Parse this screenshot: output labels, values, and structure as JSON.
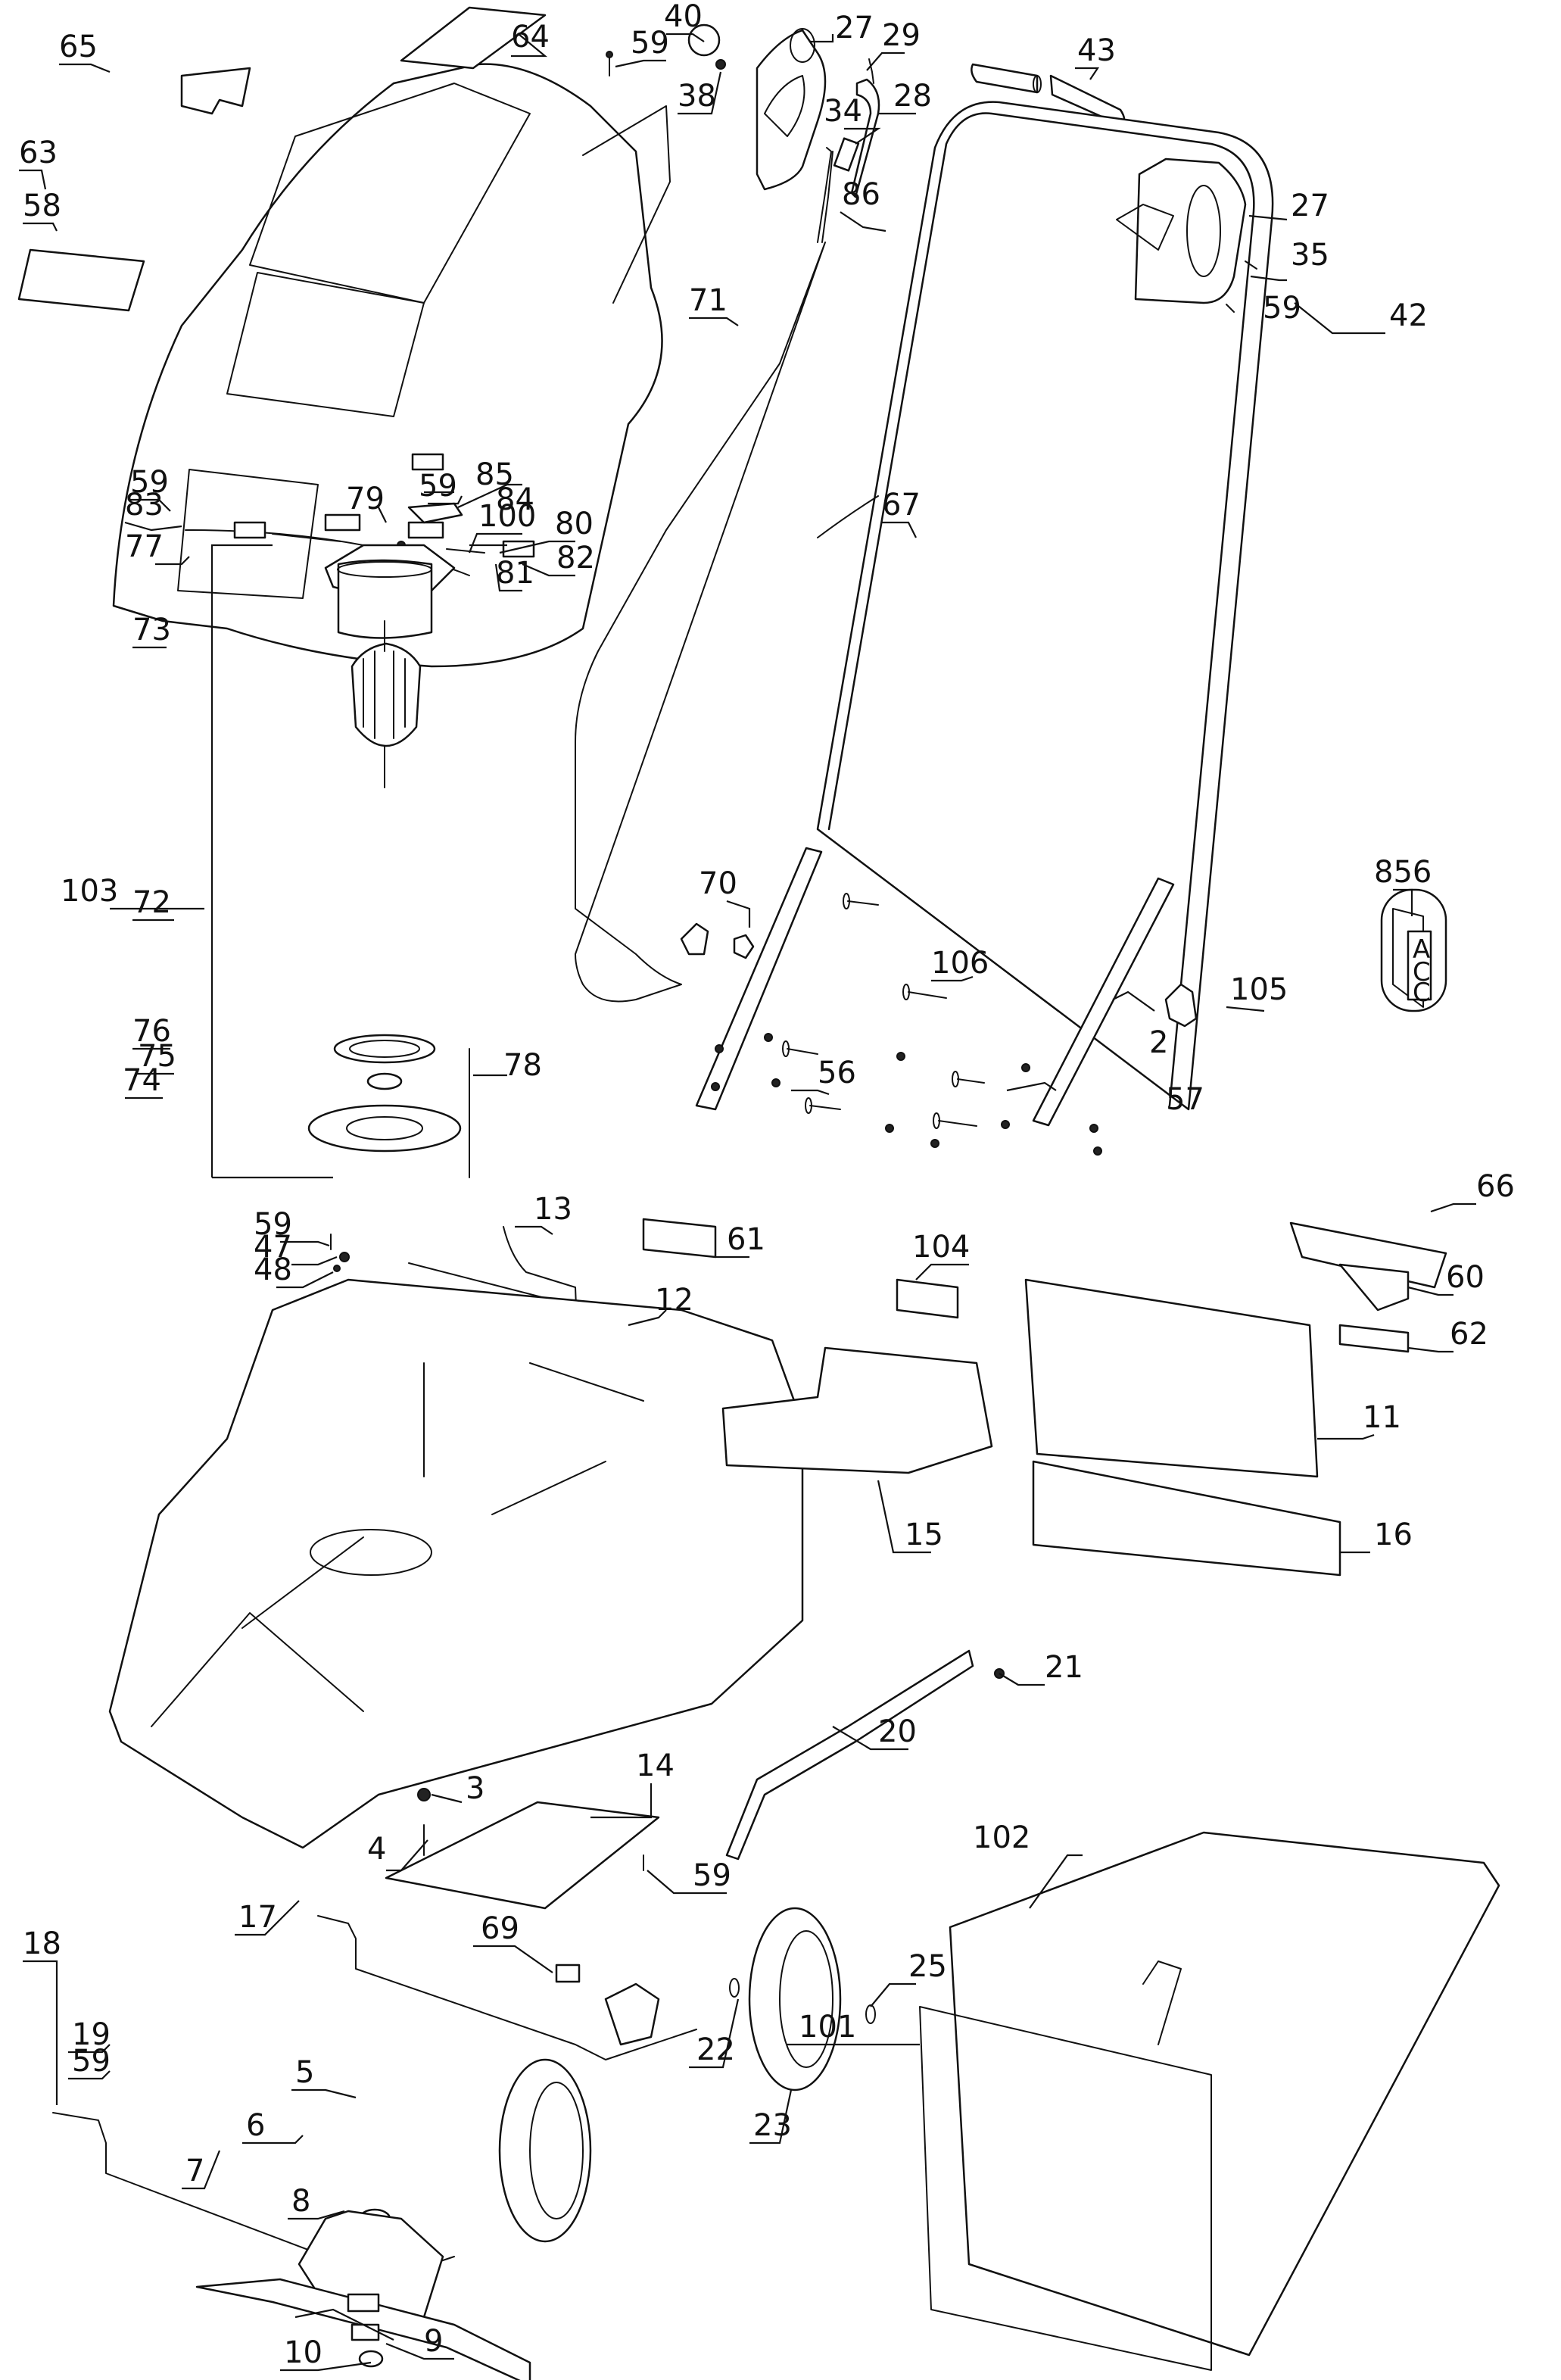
{
  "diagram": {
    "title": "Lawn mower exploded parts diagram",
    "inset_label_text": [
      "A",
      "C",
      "C"
    ],
    "callouts": [
      {
        "id": "c65",
        "label": "65"
      },
      {
        "id": "c64",
        "label": "64"
      },
      {
        "id": "c59a",
        "label": "59"
      },
      {
        "id": "c40",
        "label": "40"
      },
      {
        "id": "c27a",
        "label": "27"
      },
      {
        "id": "c29",
        "label": "29"
      },
      {
        "id": "c43",
        "label": "43"
      },
      {
        "id": "c38",
        "label": "38"
      },
      {
        "id": "c28",
        "label": "28"
      },
      {
        "id": "c34",
        "label": "34"
      },
      {
        "id": "c63",
        "label": "63"
      },
      {
        "id": "c27b",
        "label": "27"
      },
      {
        "id": "c86",
        "label": "86"
      },
      {
        "id": "c35",
        "label": "35"
      },
      {
        "id": "c58",
        "label": "58"
      },
      {
        "id": "c59b",
        "label": "59"
      },
      {
        "id": "c59c",
        "label": "59"
      },
      {
        "id": "c85",
        "label": "85"
      },
      {
        "id": "c59d",
        "label": "59"
      },
      {
        "id": "c79",
        "label": "79"
      },
      {
        "id": "c84",
        "label": "84"
      },
      {
        "id": "c67",
        "label": "67"
      },
      {
        "id": "c42",
        "label": "42"
      },
      {
        "id": "c83",
        "label": "83"
      },
      {
        "id": "c100",
        "label": "100"
      },
      {
        "id": "c71",
        "label": "71"
      },
      {
        "id": "c80",
        "label": "80"
      },
      {
        "id": "c77",
        "label": "77"
      },
      {
        "id": "c82",
        "label": "82"
      },
      {
        "id": "c81",
        "label": "81"
      },
      {
        "id": "c73",
        "label": "73"
      },
      {
        "id": "c70",
        "label": "70"
      },
      {
        "id": "c856",
        "label": "856"
      },
      {
        "id": "c103",
        "label": "103"
      },
      {
        "id": "c72",
        "label": "72"
      },
      {
        "id": "c106",
        "label": "106"
      },
      {
        "id": "c105",
        "label": "105"
      },
      {
        "id": "c2",
        "label": "2"
      },
      {
        "id": "c76",
        "label": "76"
      },
      {
        "id": "c56",
        "label": "56"
      },
      {
        "id": "c57",
        "label": "57"
      },
      {
        "id": "c75",
        "label": "75"
      },
      {
        "id": "c78",
        "label": "78"
      },
      {
        "id": "c74",
        "label": "74"
      },
      {
        "id": "c66",
        "label": "66"
      },
      {
        "id": "c13",
        "label": "13"
      },
      {
        "id": "c59e",
        "label": "59"
      },
      {
        "id": "c61",
        "label": "61"
      },
      {
        "id": "c104",
        "label": "104"
      },
      {
        "id": "c60",
        "label": "60"
      },
      {
        "id": "c47",
        "label": "47"
      },
      {
        "id": "c48",
        "label": "48"
      },
      {
        "id": "c12",
        "label": "12"
      },
      {
        "id": "c62",
        "label": "62"
      },
      {
        "id": "c11",
        "label": "11"
      },
      {
        "id": "c15",
        "label": "15"
      },
      {
        "id": "c16",
        "label": "16"
      },
      {
        "id": "c21",
        "label": "21"
      },
      {
        "id": "c20",
        "label": "20"
      },
      {
        "id": "c14",
        "label": "14"
      },
      {
        "id": "c3",
        "label": "3"
      },
      {
        "id": "c4",
        "label": "4"
      },
      {
        "id": "c59f",
        "label": "59"
      },
      {
        "id": "c102",
        "label": "102"
      },
      {
        "id": "c17",
        "label": "17"
      },
      {
        "id": "c69",
        "label": "69"
      },
      {
        "id": "c25",
        "label": "25"
      },
      {
        "id": "c18",
        "label": "18"
      },
      {
        "id": "c22",
        "label": "22"
      },
      {
        "id": "c23",
        "label": "23"
      },
      {
        "id": "c19",
        "label": "19"
      },
      {
        "id": "c59g",
        "label": "59"
      },
      {
        "id": "c5",
        "label": "5"
      },
      {
        "id": "c6",
        "label": "6"
      },
      {
        "id": "c101",
        "label": "101"
      },
      {
        "id": "c7",
        "label": "7"
      },
      {
        "id": "c8",
        "label": "8"
      },
      {
        "id": "c9",
        "label": "9"
      },
      {
        "id": "c10",
        "label": "10"
      }
    ]
  }
}
